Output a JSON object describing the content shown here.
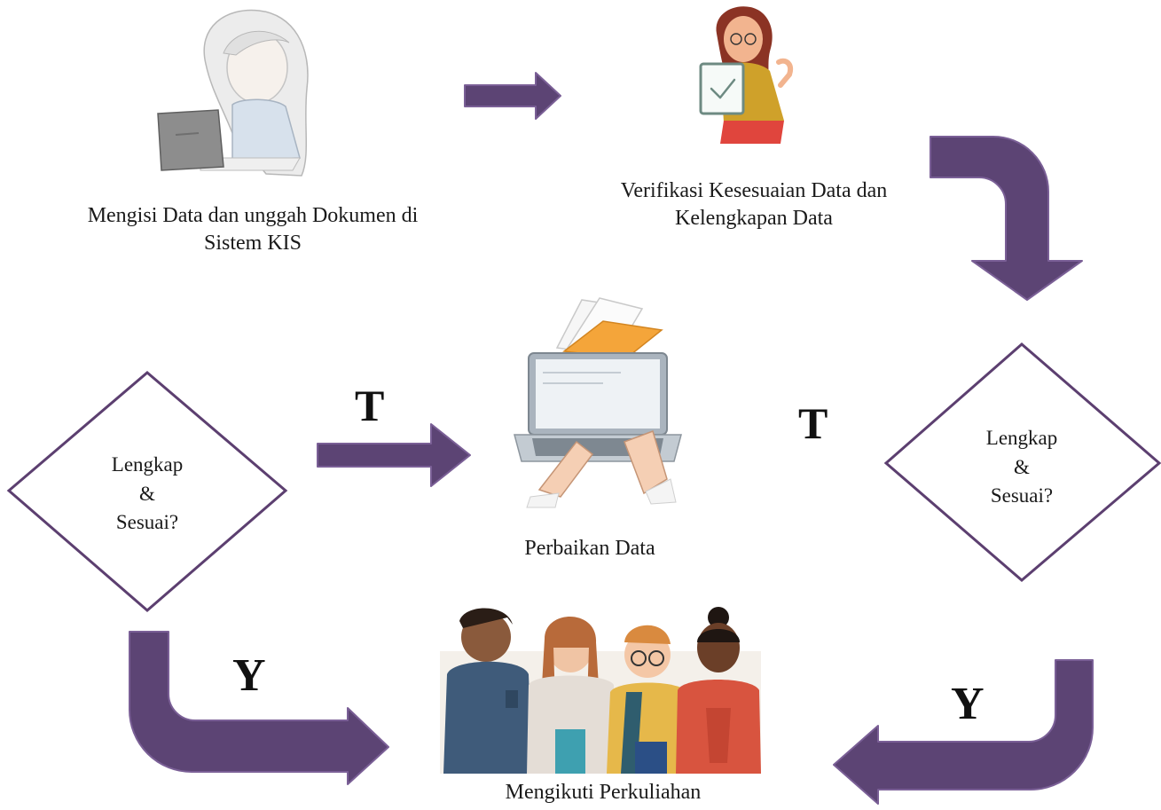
{
  "steps": {
    "fill_data": [
      "Mengisi Data dan unggah Dokumen di",
      "Sistem KIS"
    ],
    "verify": [
      "Verifikasi Kesesuaian Data dan",
      "Kelengkapan Data"
    ],
    "fix": "Perbaikan Data",
    "attend": "Mengikuti Perkuliahan"
  },
  "decisions": {
    "right": [
      "Lengkap",
      "&",
      "Sesuai?"
    ],
    "left": [
      "Lengkap",
      "&",
      "Sesuai?"
    ]
  },
  "branch_labels": {
    "no_right": "T",
    "no_left": "T",
    "yes_left": "Y",
    "yes_right": "Y"
  },
  "colors": {
    "arrow": "#5c4474",
    "arrow_edge": "#7a5f96",
    "diamond_stroke": "#5c3f70"
  },
  "illustrations": {
    "fill_data": "girl-with-laptop-illustration",
    "verify": "woman-with-checklist-illustration",
    "fix": "laptop-typing-with-folders-illustration",
    "attend": "group-of-students-illustration"
  }
}
